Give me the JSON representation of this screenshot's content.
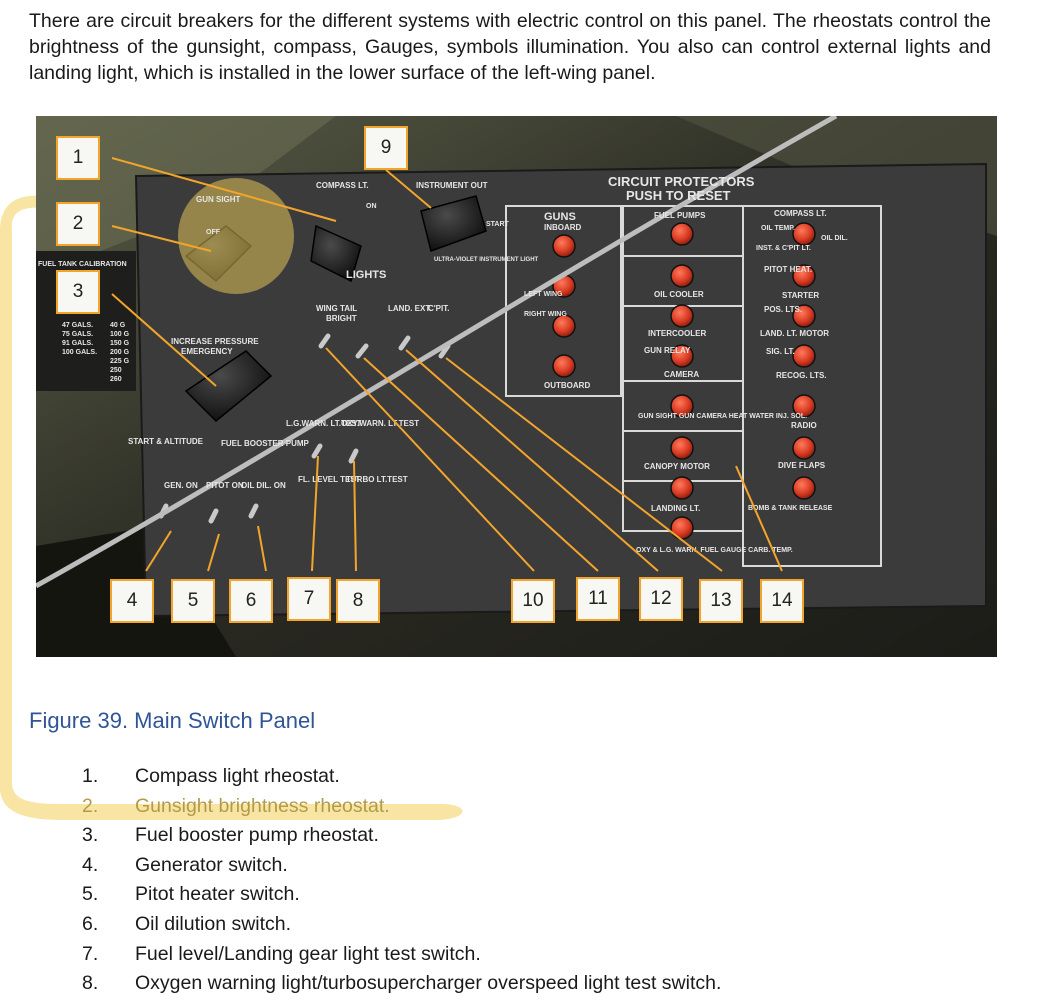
{
  "intro_text": "There are circuit breakers for the different systems with electric control on this panel. The rheostats control the brightness of the gunsight, compass, Gauges, symbols illumination. You also can control external lights and landing light, which is installed in the lower surface of the left-wing panel.",
  "figure": {
    "callouts": [
      "1",
      "2",
      "3",
      "4",
      "5",
      "6",
      "7",
      "8",
      "9",
      "10",
      "11",
      "12",
      "13",
      "14"
    ],
    "panel_labels": {
      "gun_sight": "GUN SIGHT",
      "off": "OFF",
      "compass_lt": "COMPASS LT.",
      "on": "ON",
      "instrument_out": "INSTRUMENT OUT",
      "ultra_violet": "ULTRA-VIOLET INSTRUMENT LIGHT",
      "start": "START",
      "lights": "LIGHTS",
      "circuit_protectors": "CIRCUIT PROTECTORS",
      "push_to_reset": "PUSH TO RESET",
      "increase_pressure": "INCREASE PRESSURE",
      "emergency": "EMERGENCY",
      "start_altitude": "START & ALTITUDE",
      "fuel_booster_pump": "FUEL BOOSTER PUMP",
      "wing_tail": "WING TAIL",
      "bright": "BRIGHT",
      "land_ext": "LAND. EXT.",
      "cpit": "C'PIT.",
      "lg_warn": "L.G.WARN. LT.TEST",
      "oxy_warn": "OXY.WARN. LT.TEST",
      "fl_level_test": "FL. LEVEL TEST",
      "turbo_lt_test": "TURBO LT.TEST",
      "gen_on": "GEN. ON",
      "pitot_on": "PITOT ON",
      "oil_dil_on": "OIL DIL. ON",
      "guns": "GUNS",
      "inboard": "INBOARD",
      "outboard": "OUTBOARD",
      "left_wing": "LEFT WING",
      "right_wing": "RIGHT WING",
      "fuel_pumps": "FUEL PUMPS",
      "oil_cooler": "OIL COOLER",
      "intercooler": "INTERCOOLER",
      "gun_relay": "GUN RELAY",
      "camera": "CAMERA",
      "gun_sight_cam": "GUN SIGHT GUN CAMERA HEAT WATER INJ. SOL.",
      "canopy_motor": "CANOPY MOTOR",
      "landing_lt": "LANDING LT.",
      "oxy_lg_warn": "OXY & L.G. WARN. FUEL GAUGE CARB. TEMP.",
      "compass_lt_r": "COMPASS LT.",
      "oil_temp": "OIL TEMP.",
      "oil_dil": "OIL DIL.",
      "inst_cpit": "INST. & C'PIT LT.",
      "pitot_heat": "PITOT HEAT.",
      "starter": "STARTER",
      "pos_lts": "POS. LTS.",
      "land_lt_motor": "LAND. LT. MOTOR",
      "sig_lt": "SIG. LT.",
      "recog_lts": "RECOG. LTS.",
      "radio": "RADIO",
      "dive_flaps": "DIVE FLAPS",
      "bomb_tank": "BOMB & TANK RELEASE",
      "fuel_tank": "FUEL TANK CALIBRATION",
      "gals": [
        "47 GALS.",
        "75 GALS.",
        "91 GALS.",
        "100 GALS."
      ],
      "gals2": [
        "40 G",
        "100 G",
        "150 G",
        "200 G",
        "225 G",
        "250",
        "260"
      ]
    }
  },
  "caption": "Figure 39. Main Switch Panel",
  "legend": [
    {
      "num": "1.",
      "text": "Compass light rheostat."
    },
    {
      "num": "2.",
      "text": "Gunsight brightness rheostat."
    },
    {
      "num": "3.",
      "text": "Fuel booster pump rheostat."
    },
    {
      "num": "4.",
      "text": "Generator switch."
    },
    {
      "num": "5.",
      "text": "Pitot heater switch."
    },
    {
      "num": "6.",
      "text": "Oil dilution switch."
    },
    {
      "num": "7.",
      "text": "Fuel level/Landing gear light test switch."
    },
    {
      "num": "8.",
      "text": "Oxygen warning light/turbosupercharger overspeed light test switch."
    }
  ],
  "colors": {
    "highlight": "#f2d05a",
    "callout_border": "#f3a52b",
    "caption": "#2f5597",
    "legend_highlight": "#b29b48"
  }
}
